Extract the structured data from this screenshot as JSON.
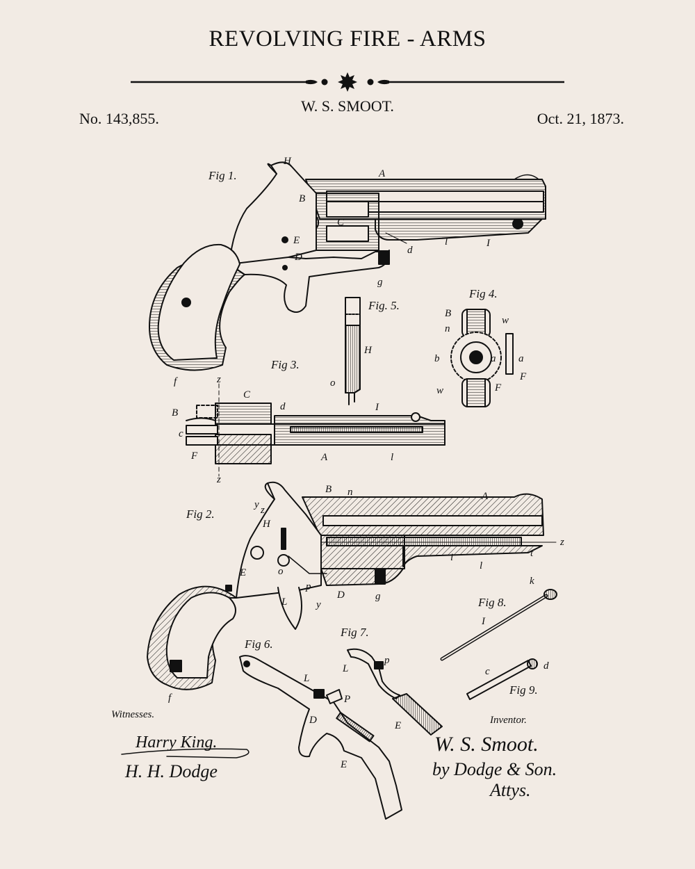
{
  "title": "REVOLVING FIRE - ARMS",
  "inventor": "W. S. SMOOT.",
  "patent_number": "No. 143,855.",
  "date": "Oct. 21, 1873.",
  "icons": {
    "ornament": "star-divider-icon"
  },
  "figures": {
    "fig1": {
      "header": "Fig 1.",
      "labels": [
        "H",
        "A",
        "B",
        "C",
        "E",
        "D",
        "d",
        "g",
        "l",
        "I",
        "f"
      ]
    },
    "fig2": {
      "header": "Fig 2.",
      "labels": [
        "B",
        "n",
        "A",
        "z",
        "y",
        "H",
        "E",
        "o",
        "p",
        "D",
        "g",
        "L",
        "y",
        "i",
        "l",
        "t",
        "z",
        "f"
      ]
    },
    "fig3": {
      "header": "Fig 3.",
      "labels": [
        "z",
        "C",
        "d",
        "I",
        "B",
        "c",
        "F",
        "A",
        "l",
        "z"
      ]
    },
    "fig4": {
      "header": "Fig 4.",
      "labels": [
        "B",
        "n",
        "w",
        "b",
        "a",
        "a",
        "F",
        "w",
        "F"
      ]
    },
    "fig5": {
      "header": "Fig. 5.",
      "labels": [
        "H",
        "o"
      ]
    },
    "fig6": {
      "header": "Fig 6.",
      "labels": [
        "L",
        "P",
        "D",
        "E"
      ]
    },
    "fig7": {
      "header": "Fig 7.",
      "labels": [
        "L",
        "p",
        "E"
      ]
    },
    "fig8": {
      "header": "Fig 8.",
      "labels": [
        "k",
        "I"
      ]
    },
    "fig9": {
      "header": "Fig 9.",
      "labels": [
        "c",
        "d"
      ]
    }
  },
  "witnesses": {
    "heading": "Witnesses.",
    "signature1": "Harry King.",
    "signature2": "H. H. Dodge"
  },
  "inventor_block": {
    "heading": "Inventor.",
    "signature": "W. S. Smoot.",
    "by": "by Dodge & Son.",
    "attys": "Attys."
  }
}
